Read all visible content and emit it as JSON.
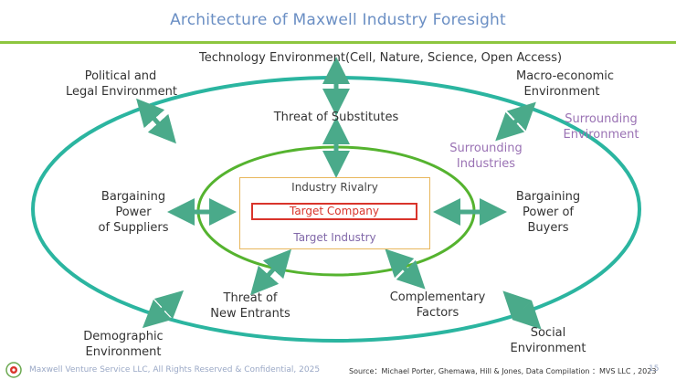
{
  "title": "Architecture of Maxwell Industry Foresight",
  "labels": {
    "technology": "Technology Environment(Cell, Nature, Science, Open Access)",
    "political_line1": "Political and",
    "political_line2": "Legal Environment",
    "macro_line1": "Macro-economic",
    "macro_line2": "Environment",
    "surrounding_env_line1": "Surrounding",
    "surrounding_env_line2": "Environment",
    "surrounding_ind_line1": "Surrounding",
    "surrounding_ind_line2": "Industries",
    "substitutes": "Threat of Substitutes",
    "suppliers_line1": "Bargaining",
    "suppliers_line2": "Power",
    "suppliers_line3": "of Suppliers",
    "buyers_line1": "Bargaining",
    "buyers_line2": "Power of",
    "buyers_line3": "Buyers",
    "new_entrants_line1": "Threat of",
    "new_entrants_line2": "New Entrants",
    "complementary_line1": "Complementary",
    "complementary_line2": "Factors",
    "demographic_line1": "Demographic",
    "demographic_line2": "Environment",
    "social_line1": "Social",
    "social_line2": "Environment"
  },
  "center": {
    "rivalry": "Industry Rivalry",
    "target_company": "Target Company",
    "target_industry": "Target Industry"
  },
  "footer": {
    "copyright": "Maxwell Venture Service LLC, All Rights Reserved & Confidential, 2025",
    "source": "Source：Michael Porter, Ghemawa, Hill & Jones, Data Compilation ：MVS LLC , 2023",
    "page": "15"
  },
  "colors": {
    "outer_ellipse": "#2bb5a0",
    "inner_ellipse": "#55b32f",
    "arrow": "#4aaa8a",
    "title": "#6b8fc4",
    "rule": "#8dc63f",
    "target_border": "#d9342b",
    "box_border": "#e8b65c",
    "purple_text": "#9a72b4"
  }
}
